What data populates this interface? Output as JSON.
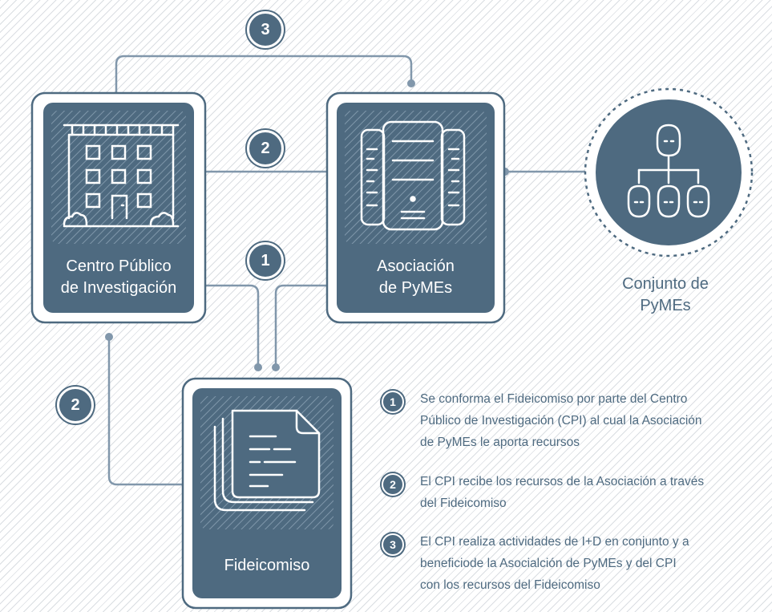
{
  "nodes": {
    "cpi": {
      "label": "Centro Público\nde Investigación"
    },
    "asociacion": {
      "label": "Asociación\nde PyMEs"
    },
    "fideicomiso": {
      "label": "Fideicomiso"
    },
    "conjunto": {
      "label": "Conjunto de\nPyMEs"
    }
  },
  "badges": {
    "top": "3",
    "middle": "2",
    "lower": "1",
    "left": "2"
  },
  "legend": [
    {
      "num": "1",
      "text": "Se conforma el Fideicomiso por parte del Centro\nPúblico de Investigación (CPI) al cual la Asociación\nde PyMEs le aporta recursos"
    },
    {
      "num": "2",
      "text": "El CPI recibe los recursos de la Asociación a través\ndel Fideicomiso"
    },
    {
      "num": "3",
      "text": "El CPI realiza actividades de I+D en conjunto y a\nbeneficiode la Asocialción de PyMEs  y del CPI\ncon los recursos del Fideicomiso"
    }
  ],
  "colors": {
    "primary": "#4e6a80",
    "line": "#8197ab",
    "background": "#ffffff"
  },
  "icons": {
    "cpi": "building-icon",
    "asociacion": "server-rack-icon",
    "fideicomiso": "documents-icon",
    "conjunto": "org-chart-people-icon"
  }
}
